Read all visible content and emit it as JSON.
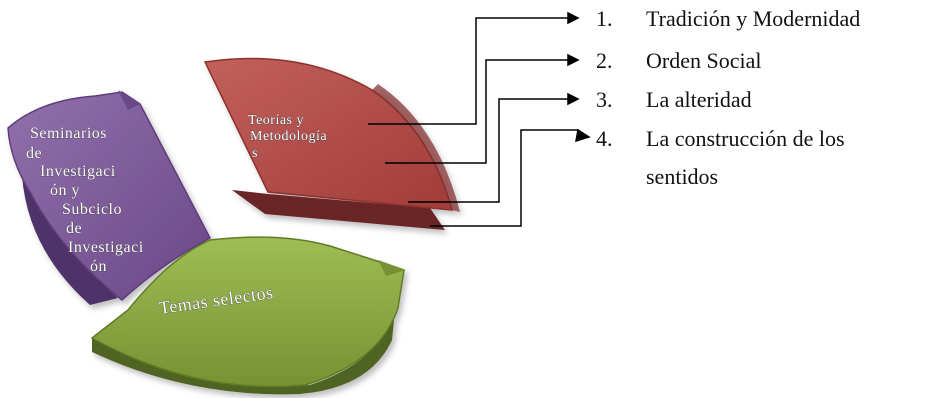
{
  "segments": {
    "teorias": {
      "label_lines": [
        "Teorías y",
        "Metodología",
        "s"
      ],
      "color": "#b24a47"
    },
    "seminarios": {
      "label_lines": [
        "Seminarios",
        "de",
        "Investigaci",
        "ón y",
        "Subciclo",
        "de",
        "Investigaci",
        "ón"
      ],
      "color": "#7e5a9b"
    },
    "temas": {
      "label_lines": [
        "Temas selectos"
      ],
      "color": "#8aa83f"
    }
  },
  "list": [
    {
      "number": "1.",
      "lines": [
        "Tradición y Modernidad"
      ]
    },
    {
      "number": "2.",
      "lines": [
        "Orden Social"
      ]
    },
    {
      "number": "3.",
      "lines": [
        "La alteridad"
      ]
    },
    {
      "number": "4.",
      "lines": [
        "La construcción de los",
        "sentidos"
      ]
    }
  ]
}
